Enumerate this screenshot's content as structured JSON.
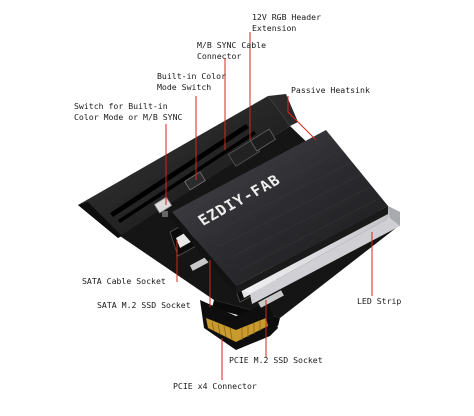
{
  "product": {
    "brand_text": "EZDIY-FAB"
  },
  "colors": {
    "leader_line": "#d9251d",
    "heatsink": "#2a2a2c",
    "bracket": "#1e1e1e",
    "pcb": "#141414",
    "gold_fingers": "#d4a93a",
    "led_strip": "#e8e8ea"
  },
  "labels": {
    "header_extension": "12V RGB Header\nExtension",
    "mb_sync_connector": "M/B SYNC Cable\nConnector",
    "color_mode_switch": "Built-in Color\nMode Switch",
    "passive_heatsink": "Passive Heatsink",
    "switch_builtin_or_sync": "Switch for Built-in\nColor Mode or M/B SYNC",
    "sata_cable_socket": "SATA Cable Socket",
    "sata_m2_socket": "SATA M.2 SSD Socket",
    "led_strip": "LED Strip",
    "pcie_m2_socket": "PCIE M.2 SSD Socket",
    "pcie_x4_connector": "PCIE x4 Connector"
  }
}
